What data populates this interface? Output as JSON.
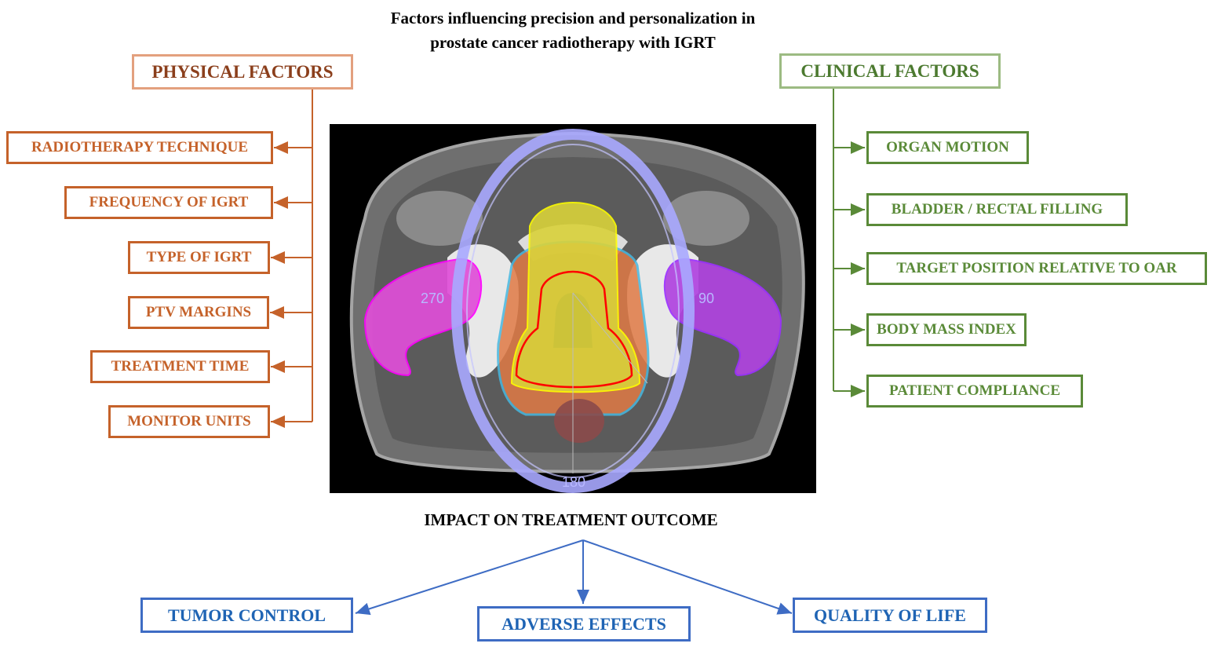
{
  "title_line1": "Factors influencing precision and personalization in",
  "title_line2": "prostate cancer radiotherapy with IGRT",
  "physical": {
    "heading": "PHYSICAL FACTORS",
    "items": [
      "RADIOTHERAPY TECHNIQUE",
      "FREQUENCY OF IGRT",
      "TYPE OF IGRT",
      "PTV MARGINS",
      "TREATMENT TIME",
      "MONITOR UNITS"
    ]
  },
  "clinical": {
    "heading": "CLINICAL FACTORS",
    "items": [
      "ORGAN MOTION",
      "BLADDER / RECTAL FILLING",
      "TARGET POSITION RELATIVE TO OAR",
      "BODY MASS INDEX",
      "PATIENT COMPLIANCE"
    ]
  },
  "image": {
    "gantry_labels": [
      "270",
      "90",
      "180"
    ]
  },
  "impact_label": "IMPACT ON TREATMENT OUTCOME",
  "outcomes": [
    "TUMOR CONTROL",
    "ADVERSE EFFECTS",
    "QUALITY OF LIFE"
  ],
  "colors": {
    "physical": "#c5622a",
    "physical_head_border": "#e3a07e",
    "clinical": "#5a8a38",
    "clinical_head_border": "#9cbb82",
    "outcome": "#3e6cc4"
  }
}
